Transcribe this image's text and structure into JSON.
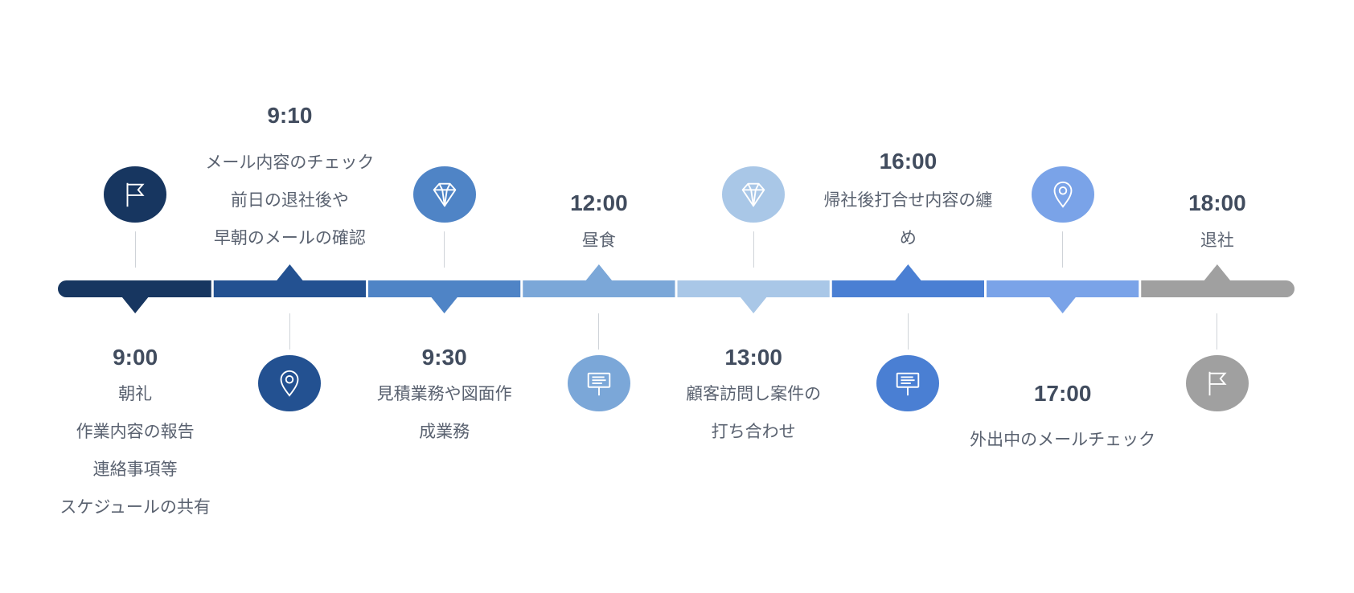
{
  "timeline": {
    "colors": [
      "#173660",
      "#235191",
      "#4f84c6",
      "#7ba7d8",
      "#a9c7e7",
      "#4a7fd3",
      "#7aa3e8",
      "#a0a0a0"
    ],
    "events": [
      {
        "time": "9:00",
        "lines": [
          "朝礼",
          "作業内容の報告",
          "連絡事項等",
          "スケジュールの共有"
        ],
        "icon": "flag-icon",
        "text_pos": "below"
      },
      {
        "time": "9:10",
        "lines": [
          "メール内容のチェック",
          "前日の退社後や",
          "早朝のメールの確認"
        ],
        "icon": "location-pin-icon",
        "text_pos": "above"
      },
      {
        "time": "9:30",
        "lines": [
          "見積業務や図面作",
          "成業務"
        ],
        "icon": "diamond-icon",
        "text_pos": "below"
      },
      {
        "time": "12:00",
        "lines": [
          "昼食"
        ],
        "icon": "signboard-icon",
        "text_pos": "above"
      },
      {
        "time": "13:00",
        "lines": [
          "顧客訪問し案件の",
          "打ち合わせ"
        ],
        "icon": "diamond-icon",
        "text_pos": "below"
      },
      {
        "time": "16:00",
        "lines": [
          "帰社後打合せ内容の纏",
          "め"
        ],
        "icon": "signboard-icon",
        "text_pos": "above"
      },
      {
        "time": "17:00",
        "lines": [
          "外出中のメールチェック"
        ],
        "icon": "location-pin-icon",
        "text_pos": "below"
      },
      {
        "time": "18:00",
        "lines": [
          "退社"
        ],
        "icon": "flag-icon",
        "text_pos": "above"
      }
    ]
  }
}
